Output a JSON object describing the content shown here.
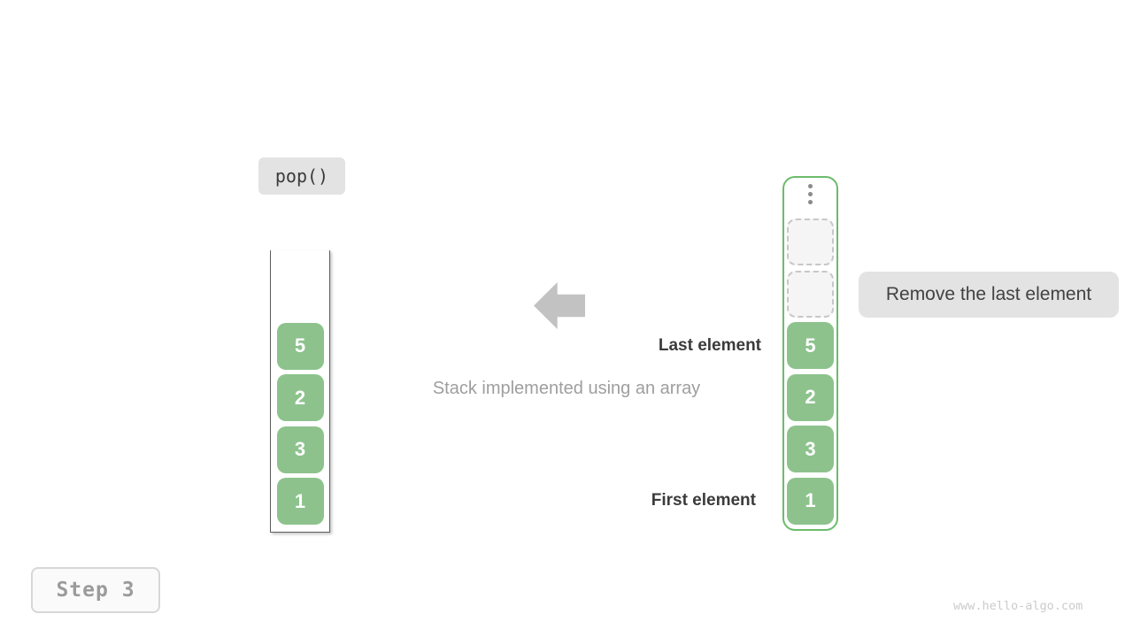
{
  "diagram": {
    "operation_label": "pop()",
    "caption": "Stack implemented using an array",
    "last_element_label": "Last element",
    "first_element_label": "First element",
    "annotation": "Remove the last element",
    "step_label": "Step 3",
    "watermark": "www.hello-algo.com"
  },
  "left_stack": {
    "items": [
      "5",
      "2",
      "3",
      "1"
    ]
  },
  "right_stack": {
    "items": [
      "5",
      "2",
      "3",
      "1"
    ],
    "empty_slot_count": 2,
    "ellipsis_icon": "vertical-dots"
  },
  "icons": {
    "arrow": "left-arrow"
  },
  "colors": {
    "block-green": "#8dc28d",
    "stack-border-green": "#6cbb6c",
    "label-bg": "#e3e3e3",
    "muted-text": "#9e9e9e",
    "dark-text": "#3b3b3b",
    "arrow-gray": "#c2c2c2",
    "step-text": "#9b9b9b",
    "watermark-text": "#cbcbcb"
  }
}
